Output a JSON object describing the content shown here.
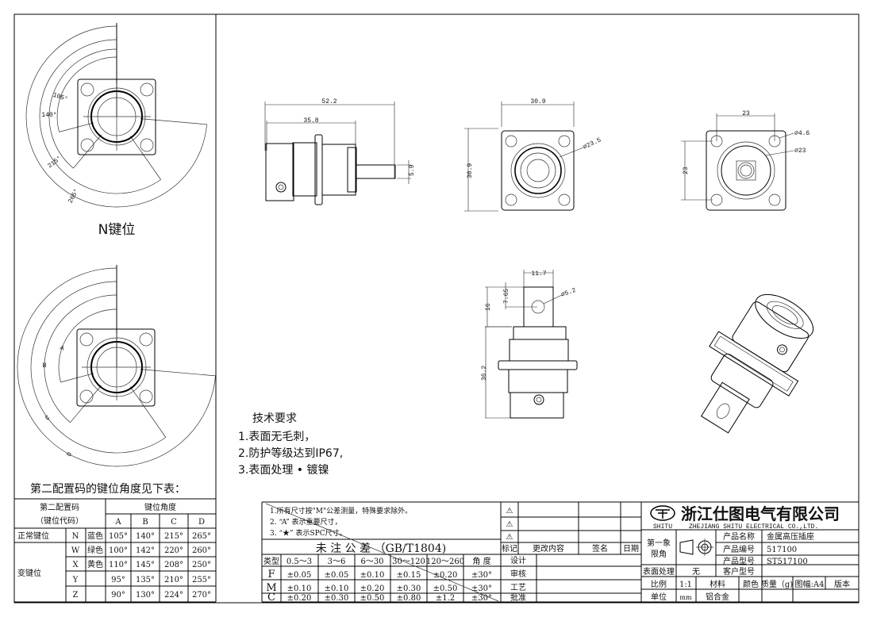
{
  "key_views": {
    "n_view": {
      "title": "N键位",
      "angles": [
        105,
        140,
        215,
        265
      ],
      "angle_labels": [
        "105°",
        "140°",
        "215°",
        "265°"
      ]
    },
    "config_view": {
      "labels": [
        "A",
        "B",
        "C",
        "D"
      ],
      "angles": [
        105,
        140,
        215,
        265
      ]
    }
  },
  "dimensions": {
    "side_total": "52.2",
    "side_body": "35.8",
    "side_pin": "5.9",
    "front_width": "30.9",
    "front_height": "30.9",
    "front_dia": "⌀23.5",
    "rear_spacing": "23",
    "rear_spacing_v": "23",
    "rear_hole": "⌀4.6",
    "rear_dia": "⌀23",
    "tab_width": "11.7",
    "tab_hole_pos": "7.65",
    "tab_len": "16",
    "tab_hole": "⌀5.2",
    "body_len": "36.2"
  },
  "tech_requirements": {
    "title": "技术要求",
    "items": [
      "1.表面无毛刺，",
      "2.防护等级达到IP67,",
      "3.表面处理 • 镀镍"
    ]
  },
  "key_table": {
    "caption": "第二配置码的键位角度见下表：",
    "header_code": "第二配置码",
    "header_code_sub": "（键位代码）",
    "header_angle": "键位角度",
    "columns": [
      "A",
      "B",
      "C",
      "D"
    ],
    "normal_label": "正常键位",
    "variant_label": "变键位",
    "rows": [
      {
        "code": "N",
        "color": "蓝色",
        "values": [
          "105°",
          "140°",
          "215°",
          "265°"
        ]
      },
      {
        "code": "W",
        "color": "绿色",
        "values": [
          "100°",
          "142°",
          "220°",
          "260°"
        ]
      },
      {
        "code": "X",
        "color": "黄色",
        "values": [
          "110°",
          "145°",
          "208°",
          "250°"
        ]
      },
      {
        "code": "Y",
        "color": "",
        "values": [
          "95°",
          "135°",
          "210°",
          "255°"
        ]
      },
      {
        "code": "Z",
        "color": "",
        "values": [
          "90°",
          "130°",
          "224°",
          "270°"
        ]
      }
    ]
  },
  "notes": [
    "1.所有尺寸按\"M\"公差测量，特殊要求除外。",
    "2. “A” 表示重要尺寸，",
    "3. “★” 表示SPC尺寸。"
  ],
  "tolerance": {
    "title": "未 注 公 差 （GB/T1804)",
    "headers": [
      "类型",
      "0.5～3",
      "3～6",
      "6～30",
      "30～120",
      "120～260",
      "角 度"
    ],
    "rows": [
      [
        "F",
        "±0.05",
        "±0.05",
        "±0.10",
        "±0.15",
        "±0.20",
        "±30°"
      ],
      [
        "M",
        "±0.10",
        "±0.10",
        "±0.20",
        "±0.30",
        "±0.50",
        "±30°"
      ],
      [
        "C",
        "±0.20",
        "±0.30",
        "±0.50",
        "±0.80",
        "±1.2",
        "±30°"
      ]
    ]
  },
  "revision": {
    "marks": [
      "⚠",
      "⚠",
      "⚠"
    ],
    "headers": [
      "标记",
      "更改内容",
      "签名",
      "日期"
    ],
    "approvals": [
      "设计",
      "审核",
      "工艺",
      "批准"
    ]
  },
  "title_block": {
    "company": "浙江仕图电气有限公司",
    "logo_text": "SHITU",
    "company_en": "ZHEJIANG SHITU ELECTRICAL CO.,LTD.",
    "projection": "第一象\n限角",
    "projection_l1": "第一象",
    "projection_l2": "限角",
    "fields": [
      {
        "label": "产品名称",
        "value": "金属高压插座"
      },
      {
        "label": "产品编号",
        "value": "517100"
      },
      {
        "label": "产品型号",
        "value": "ST517100"
      },
      {
        "label": "客户型号",
        "value": ""
      }
    ],
    "surface_label": "表面处理",
    "surface_value": "无",
    "scale_label": "比例",
    "scale_value": "1:1",
    "material_label": "材料",
    "material_value": "铝合金",
    "color_label": "颜色",
    "weight_label": "质量（g)",
    "sheet_label": "图幅:A4",
    "version_label": "版本",
    "unit_label": "单位",
    "unit_value": "mm"
  }
}
